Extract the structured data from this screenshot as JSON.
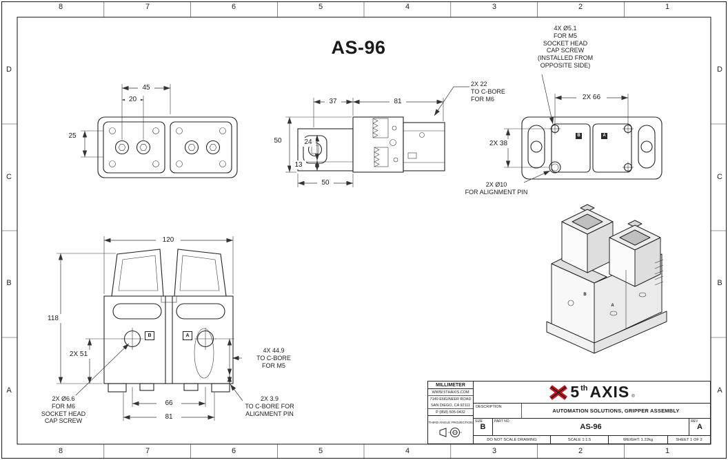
{
  "title": "AS-96",
  "border": {
    "cols": [
      "8",
      "7",
      "6",
      "5",
      "4",
      "3",
      "2",
      "1"
    ],
    "rows": [
      "D",
      "C",
      "B",
      "A"
    ]
  },
  "markers": {
    "a": "A",
    "b": "B"
  },
  "top_view": {
    "dim_45": "45",
    "dim_20": "20",
    "dim_25": "25"
  },
  "side_view": {
    "dim_37": "37",
    "dim_81": "81",
    "dim_50_left": "50",
    "dim_24": "24",
    "dim_13": "13",
    "dim_50_bottom": "50",
    "note_cbore_m6": "2X 22\nTO C-BORE\nFOR M6"
  },
  "back_view": {
    "dim_66": "2X 66",
    "dim_38": "2X 38",
    "note_m5": "4X Ø5.1\nFOR M5\nSOCKET HEAD\nCAP SCREW\n(INSTALLED FROM\nOPPOSITE SIDE)",
    "note_pin": "2X Ø10\nFOR ALIGNMENT PIN"
  },
  "front_view": {
    "dim_120": "120",
    "dim_118": "118",
    "dim_51": "2X 51",
    "dim_66": "66",
    "dim_81": "81",
    "note_m6": "2X Ø6.6\nFOR M6\nSOCKET HEAD\nCAP SCREW",
    "note_m5_cbore": "4X 44.9\nTO C-BORE\nFOR M5",
    "note_pin": "2X 3.9\nTO C-BORE FOR\nALIGNMENT PIN"
  },
  "title_block": {
    "units": "MILLIMETER",
    "website": "WWW.5THAXIS.COM",
    "address1": "7140 ENGINEER ROAD",
    "address2": "SAN DIEGO, CA 92111",
    "phone": "P (858) 505-0432",
    "projection_label": "THIRD ANGLE PROJECTION",
    "description_label": "DESCRIPTION",
    "description": "AUTOMATION SOLUTIONS, GRIPPER ASSEMBLY",
    "size_label": "SIZE",
    "size": "B",
    "part_label": "PART NO.",
    "part_no": "AS-96",
    "rev_label": "REV",
    "rev": "A",
    "no_scale": "DO NOT SCALE DRAWING",
    "scale": "SCALE 1:1.5",
    "weight": "WEIGHT: 1.22kg",
    "sheet": "SHEET 1 OF 2",
    "brand_5": "5",
    "brand_th": "th",
    "brand_axis": "AXIS",
    "brand_reg": "®"
  },
  "colors": {
    "line": "#222222",
    "logo_red": "#c4161c"
  }
}
